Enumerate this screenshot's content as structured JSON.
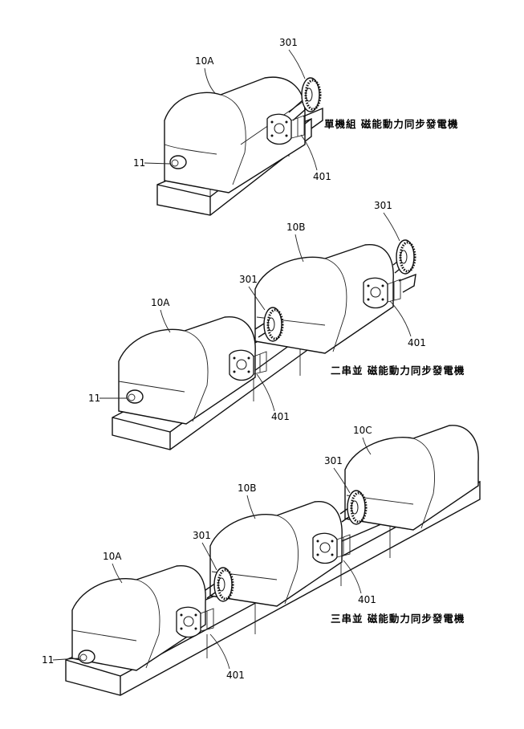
{
  "captions": {
    "single": "單機組 磁能動力同步發電機",
    "double": "二串並 磁能動力同步發電機",
    "triple": "三串並 磁能動力同步發電機"
  },
  "labels": {
    "a_10A": "10A",
    "a_301": "301",
    "a_401": "401",
    "a_11": "11",
    "b_10A": "10A",
    "b_10B": "10B",
    "b_301_left": "301",
    "b_301_right": "301",
    "b_401_left": "401",
    "b_401_right": "401",
    "b_11": "11",
    "c_10A": "10A",
    "c_10B": "10B",
    "c_10C": "10C",
    "c_301_left": "301",
    "c_301_right": "301",
    "c_401_left": "401",
    "c_401_right": "401",
    "c_11": "11"
  }
}
